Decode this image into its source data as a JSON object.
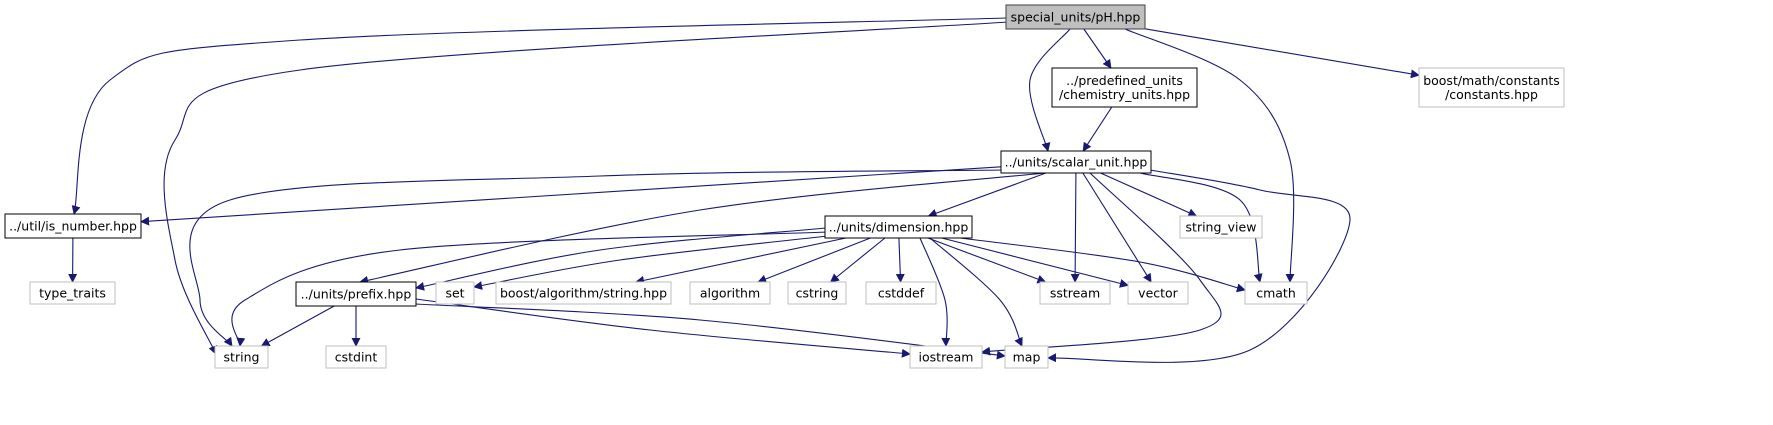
{
  "colors": {
    "edge": "#191970",
    "root_fill": "#bfbfbf",
    "root_stroke": "#404040",
    "documented_stroke": "#000000",
    "external_stroke": "#bfbfbf",
    "external_text": "#000000"
  },
  "nodes": [
    {
      "id": "ph",
      "label": [
        "special_units/pH.hpp"
      ],
      "kind": "root"
    },
    {
      "id": "chem",
      "label": [
        "../predefined_units",
        "/chemistry_units.hpp"
      ],
      "kind": "documented"
    },
    {
      "id": "boostconst",
      "label": [
        "boost/math/constants",
        "/constants.hpp"
      ],
      "kind": "external"
    },
    {
      "id": "scalar",
      "label": [
        "../units/scalar_unit.hpp"
      ],
      "kind": "documented"
    },
    {
      "id": "isnum",
      "label": [
        "../util/is_number.hpp"
      ],
      "kind": "documented"
    },
    {
      "id": "typetraits",
      "label": [
        "type_traits"
      ],
      "kind": "external"
    },
    {
      "id": "dimension",
      "label": [
        "../units/dimension.hpp"
      ],
      "kind": "documented"
    },
    {
      "id": "stringview",
      "label": [
        "string_view"
      ],
      "kind": "external"
    },
    {
      "id": "prefix",
      "label": [
        "../units/prefix.hpp"
      ],
      "kind": "documented"
    },
    {
      "id": "set",
      "label": [
        "set"
      ],
      "kind": "external"
    },
    {
      "id": "boostalgo",
      "label": [
        "boost/algorithm/string.hpp"
      ],
      "kind": "external"
    },
    {
      "id": "algorithm",
      "label": [
        "algorithm"
      ],
      "kind": "external"
    },
    {
      "id": "cstring",
      "label": [
        "cstring"
      ],
      "kind": "external"
    },
    {
      "id": "cstddef",
      "label": [
        "cstddef"
      ],
      "kind": "external"
    },
    {
      "id": "sstream",
      "label": [
        "sstream"
      ],
      "kind": "external"
    },
    {
      "id": "vector",
      "label": [
        "vector"
      ],
      "kind": "external"
    },
    {
      "id": "cmath",
      "label": [
        "cmath"
      ],
      "kind": "external"
    },
    {
      "id": "string",
      "label": [
        "string"
      ],
      "kind": "external"
    },
    {
      "id": "cstdint",
      "label": [
        "cstdint"
      ],
      "kind": "external"
    },
    {
      "id": "iostream",
      "label": [
        "iostream"
      ],
      "kind": "external"
    },
    {
      "id": "map",
      "label": [
        "map"
      ],
      "kind": "external"
    }
  ],
  "edges": [
    {
      "from": "ph",
      "to": "chem"
    },
    {
      "from": "ph",
      "to": "scalar"
    },
    {
      "from": "ph",
      "to": "boostconst"
    },
    {
      "from": "ph",
      "to": "isnum"
    },
    {
      "from": "ph",
      "to": "string"
    },
    {
      "from": "ph",
      "to": "cmath"
    },
    {
      "from": "chem",
      "to": "scalar"
    },
    {
      "from": "scalar",
      "to": "isnum"
    },
    {
      "from": "scalar",
      "to": "dimension"
    },
    {
      "from": "scalar",
      "to": "prefix"
    },
    {
      "from": "scalar",
      "to": "string"
    },
    {
      "from": "scalar",
      "to": "stringview"
    },
    {
      "from": "scalar",
      "to": "sstream"
    },
    {
      "from": "scalar",
      "to": "vector"
    },
    {
      "from": "scalar",
      "to": "cmath"
    },
    {
      "from": "scalar",
      "to": "iostream"
    },
    {
      "from": "scalar",
      "to": "map"
    },
    {
      "from": "isnum",
      "to": "typetraits"
    },
    {
      "from": "dimension",
      "to": "prefix"
    },
    {
      "from": "dimension",
      "to": "set"
    },
    {
      "from": "dimension",
      "to": "boostalgo"
    },
    {
      "from": "dimension",
      "to": "algorithm"
    },
    {
      "from": "dimension",
      "to": "cstring"
    },
    {
      "from": "dimension",
      "to": "cstddef"
    },
    {
      "from": "dimension",
      "to": "sstream"
    },
    {
      "from": "dimension",
      "to": "vector"
    },
    {
      "from": "dimension",
      "to": "cmath"
    },
    {
      "from": "dimension",
      "to": "string"
    },
    {
      "from": "dimension",
      "to": "iostream"
    },
    {
      "from": "dimension",
      "to": "map"
    },
    {
      "from": "prefix",
      "to": "string"
    },
    {
      "from": "prefix",
      "to": "cstdint"
    },
    {
      "from": "prefix",
      "to": "iostream"
    },
    {
      "from": "prefix",
      "to": "map"
    }
  ]
}
